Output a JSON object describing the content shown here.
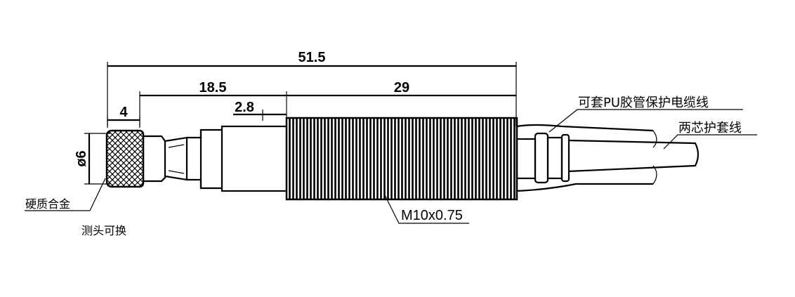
{
  "dimensions": {
    "overall": "51.5",
    "body": "18.5",
    "thread_length": "29",
    "step": "2.8",
    "tip": "4",
    "diameter": "ø6"
  },
  "labels": {
    "cable": "可套PU胶管保护电缆线",
    "sheath": "两芯护套线",
    "alloy": "硬质合金",
    "probe": "测头可换",
    "thread": "M10x0.75"
  }
}
